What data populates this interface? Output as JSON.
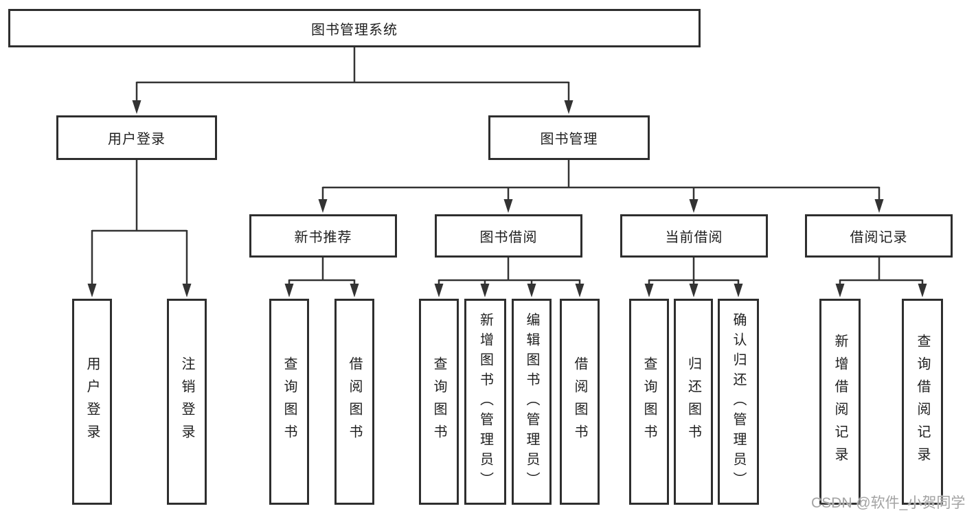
{
  "tree": {
    "root": "图书管理系统",
    "branches": [
      {
        "label": "用户登录",
        "children": [
          "用户登录",
          "注销登录"
        ]
      },
      {
        "label": "图书管理",
        "sections": [
          {
            "label": "新书推荐",
            "children": [
              "查询图书",
              "借阅图书"
            ]
          },
          {
            "label": "图书借阅",
            "children": [
              "查询图书",
              "新增图书（管理员）",
              "编辑图书（管理员）",
              "借阅图书"
            ]
          },
          {
            "label": "当前借阅",
            "children": [
              "查询图书",
              "归还图书",
              "确认归还（管理员）"
            ]
          },
          {
            "label": "借阅记录",
            "children": [
              "新增借阅记录",
              "查询借阅记录"
            ]
          }
        ]
      }
    ]
  },
  "watermark": "CSDN @软件_小贺同学",
  "colors": {
    "line": "#333333",
    "box_border": "#2e2e2e",
    "text": "#1f1f1f",
    "watermark": "#a3a3a3",
    "background": "#ffffff"
  }
}
